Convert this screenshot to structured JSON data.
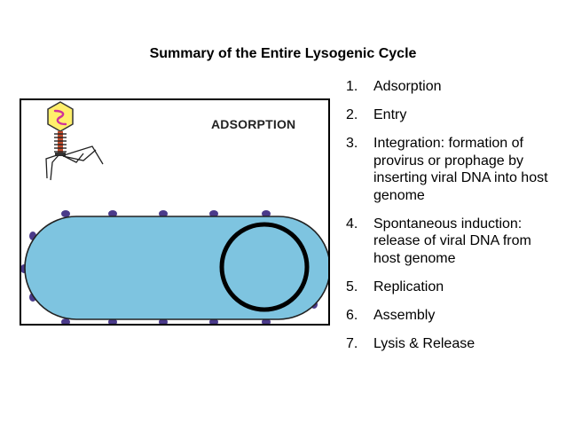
{
  "title": "Summary of the Entire Lysogenic Cycle",
  "figure": {
    "label": "ADSORPTION",
    "colors": {
      "cell_fill": "#7ec4e0",
      "membrane_dots": "#4a3a8a",
      "phage_head": "#ffef6b",
      "phage_dna": "#d0329a",
      "phage_tail": "#c24a2a"
    }
  },
  "steps": [
    {
      "num": "1.",
      "text": "Adsorption"
    },
    {
      "num": "2.",
      "text": "Entry"
    },
    {
      "num": "3.",
      "text": "Integration: formation of provirus or prophage by inserting viral DNA into host genome"
    },
    {
      "num": "4.",
      "text": "Spontaneous induction: release of viral DNA from host genome"
    },
    {
      "num": "5.",
      "text": "Replication"
    },
    {
      "num": "6.",
      "text": "Assembly"
    },
    {
      "num": "7.",
      "text": "Lysis & Release"
    }
  ]
}
